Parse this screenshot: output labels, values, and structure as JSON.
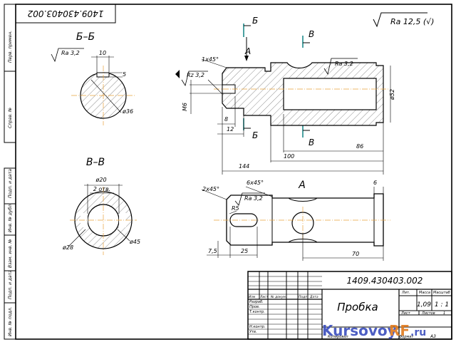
{
  "stamp_top": "1409.430403.002",
  "roughness": {
    "general": "Ra 12,5 (√)"
  },
  "sections": {
    "bb": {
      "title": "Б–Б",
      "ra": "Ra 3,2",
      "dim_10": "10",
      "dim_5": "5",
      "dim_d36": "ø36"
    },
    "vv": {
      "title": "В–В",
      "dim_d20": "ø20",
      "holes": "2 отв.",
      "dim_d28": "ø28",
      "dim_d45": "ø45"
    }
  },
  "main_view": {
    "cut_b": "Б",
    "cut_v": "В",
    "view_a": "А",
    "chamfer": "1x45°",
    "rz": "Rz 3,2",
    "ra": "Ra 3,2",
    "thread": "M6",
    "d52": "ø52",
    "dim_8": "8",
    "dim_12": "12",
    "dim_100": "100",
    "dim_86": "86",
    "dim_144": "144"
  },
  "view_a_block": {
    "title": "А",
    "chamfer_2": "2x45°",
    "chamfer_6": "6x45°",
    "ra": "Ra 3,2",
    "r5": "R5",
    "dim_6": "6",
    "dim_75": "7,5",
    "dim_25": "25",
    "dim_70": "70"
  },
  "title_block": {
    "doc_number": "1409.430403.002",
    "part_name": "Пробка",
    "col_headers": [
      "Изм",
      "Лист",
      "№ докум.",
      "Подп.",
      "Дата"
    ],
    "roles": [
      "Разраб.",
      "Пров.",
      "Т.контр.",
      "",
      "Н.контр.",
      "Утв."
    ],
    "lit_label": "Лит.",
    "mass_label": "Масса",
    "scale_label": "Масштаб",
    "mass": "1,09",
    "scale": "1 : 1",
    "sheet_label": "Лист",
    "sheets_label": "Листов",
    "sheets_count": "1",
    "copied": "Копировал",
    "format_label": "Формат",
    "format": "А3"
  },
  "side_stamps": [
    "Перв. примен.",
    "Справ. №",
    "Подп. и дата",
    "Инв. № дубл.",
    "Взам. инв. №",
    "Подп. и дата",
    "Инв. № подл."
  ],
  "watermark": {
    "part1": "Kursovoy",
    "part2": "RF",
    "part3": ".ru"
  }
}
